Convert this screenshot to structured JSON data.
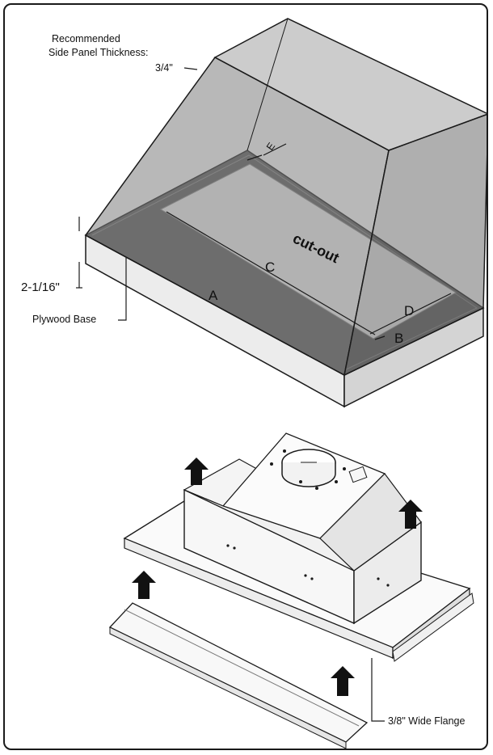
{
  "diagram": {
    "labels": {
      "recommended": "Recommended",
      "side_panel_thickness": "Side Panel Thickness:",
      "three_quarter": "3/4\"",
      "base_height": "2-1/16\"",
      "plywood_base": "Plywood Base",
      "cutout": "cut-out",
      "a": "A",
      "b": "B",
      "c": "C",
      "d": "D",
      "e": "E",
      "flange": "3/8\" Wide Flange"
    },
    "colors": {
      "hood_shell": "#7e7e7e",
      "plywood_top": "#5a5a5a",
      "cutout": "#f1f1f1",
      "insert_body": "#f7f7f7",
      "outline": "#1a1a1a",
      "arrow": "#111111"
    }
  }
}
